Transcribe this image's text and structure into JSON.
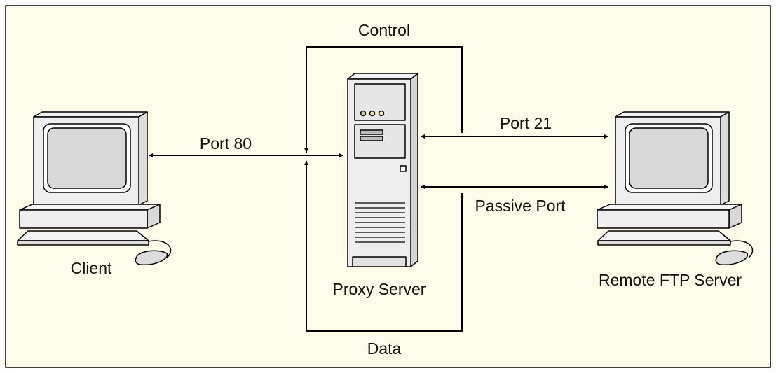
{
  "diagram": {
    "labels": {
      "control": "Control",
      "data": "Data",
      "port80": "Port 80",
      "port21": "Port 21",
      "passive_port": "Passive Port",
      "client": "Client",
      "proxy_server": "Proxy Server",
      "remote_ftp_server": "Remote FTP Server"
    }
  },
  "colors": {
    "background": "#fdfbe9",
    "line": "#000000",
    "device_fill": "#eeeeee",
    "screen_fill": "#d8d8d8",
    "led_green": "#b9d99a",
    "led_yellow": "#f3e7a4"
  }
}
